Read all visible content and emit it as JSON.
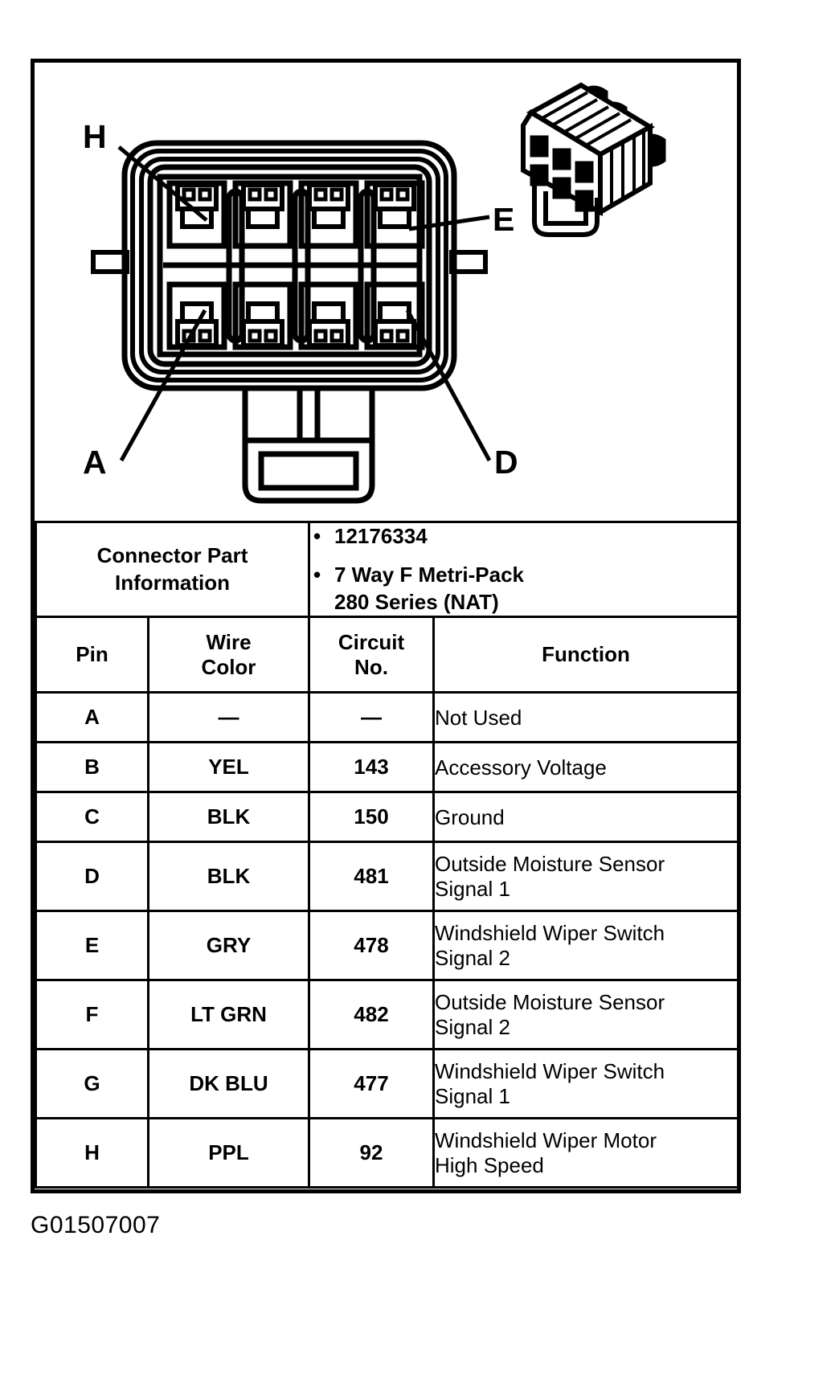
{
  "figure": {
    "caption_id": "G01507007",
    "callouts": [
      {
        "letter": "H",
        "position": "top-left-cavity"
      },
      {
        "letter": "E",
        "position": "top-right-cavity"
      },
      {
        "letter": "A",
        "position": "bottom-left-cavity"
      },
      {
        "letter": "D",
        "position": "bottom-right-cavity"
      }
    ]
  },
  "connector_part_information": {
    "label_line1": "Connector Part",
    "label_line2": "Information",
    "bullet_glyph": "•",
    "details": [
      "12176334",
      "7 Way F Metri-Pack 280 Series (NAT)"
    ],
    "detail_lines": [
      [
        "12176334"
      ],
      [
        "7 Way F Metri-Pack",
        "280 Series (NAT)"
      ]
    ]
  },
  "pinout_table": {
    "headers": {
      "pin": "Pin",
      "wire_color_line1": "Wire",
      "wire_color_line2": "Color",
      "circuit_no_line1": "Circuit",
      "circuit_no_line2": "No.",
      "function": "Function"
    },
    "dash": "—",
    "rows": [
      {
        "pin": "A",
        "wire_color": "—",
        "circuit_no": "—",
        "function_line1": "Not Used",
        "function_line2": ""
      },
      {
        "pin": "B",
        "wire_color": "YEL",
        "circuit_no": "143",
        "function_line1": "Accessory Voltage",
        "function_line2": ""
      },
      {
        "pin": "C",
        "wire_color": "BLK",
        "circuit_no": "150",
        "function_line1": "Ground",
        "function_line2": ""
      },
      {
        "pin": "D",
        "wire_color": "BLK",
        "circuit_no": "481",
        "function_line1": "Outside Moisture Sensor",
        "function_line2": "Signal 1"
      },
      {
        "pin": "E",
        "wire_color": "GRY",
        "circuit_no": "478",
        "function_line1": "Windshield Wiper Switch",
        "function_line2": "Signal 2"
      },
      {
        "pin": "F",
        "wire_color": "LT GRN",
        "circuit_no": "482",
        "function_line1": "Outside Moisture Sensor",
        "function_line2": "Signal 2"
      },
      {
        "pin": "G",
        "wire_color": "DK BLU",
        "circuit_no": "477",
        "function_line1": "Windshield Wiper Switch",
        "function_line2": "Signal 1"
      },
      {
        "pin": "H",
        "wire_color": "PPL",
        "circuit_no": "92",
        "function_line1": "Windshield Wiper Motor",
        "function_line2": "High Speed"
      }
    ]
  },
  "colors": {
    "ink": "#000000",
    "paper": "#ffffff"
  }
}
